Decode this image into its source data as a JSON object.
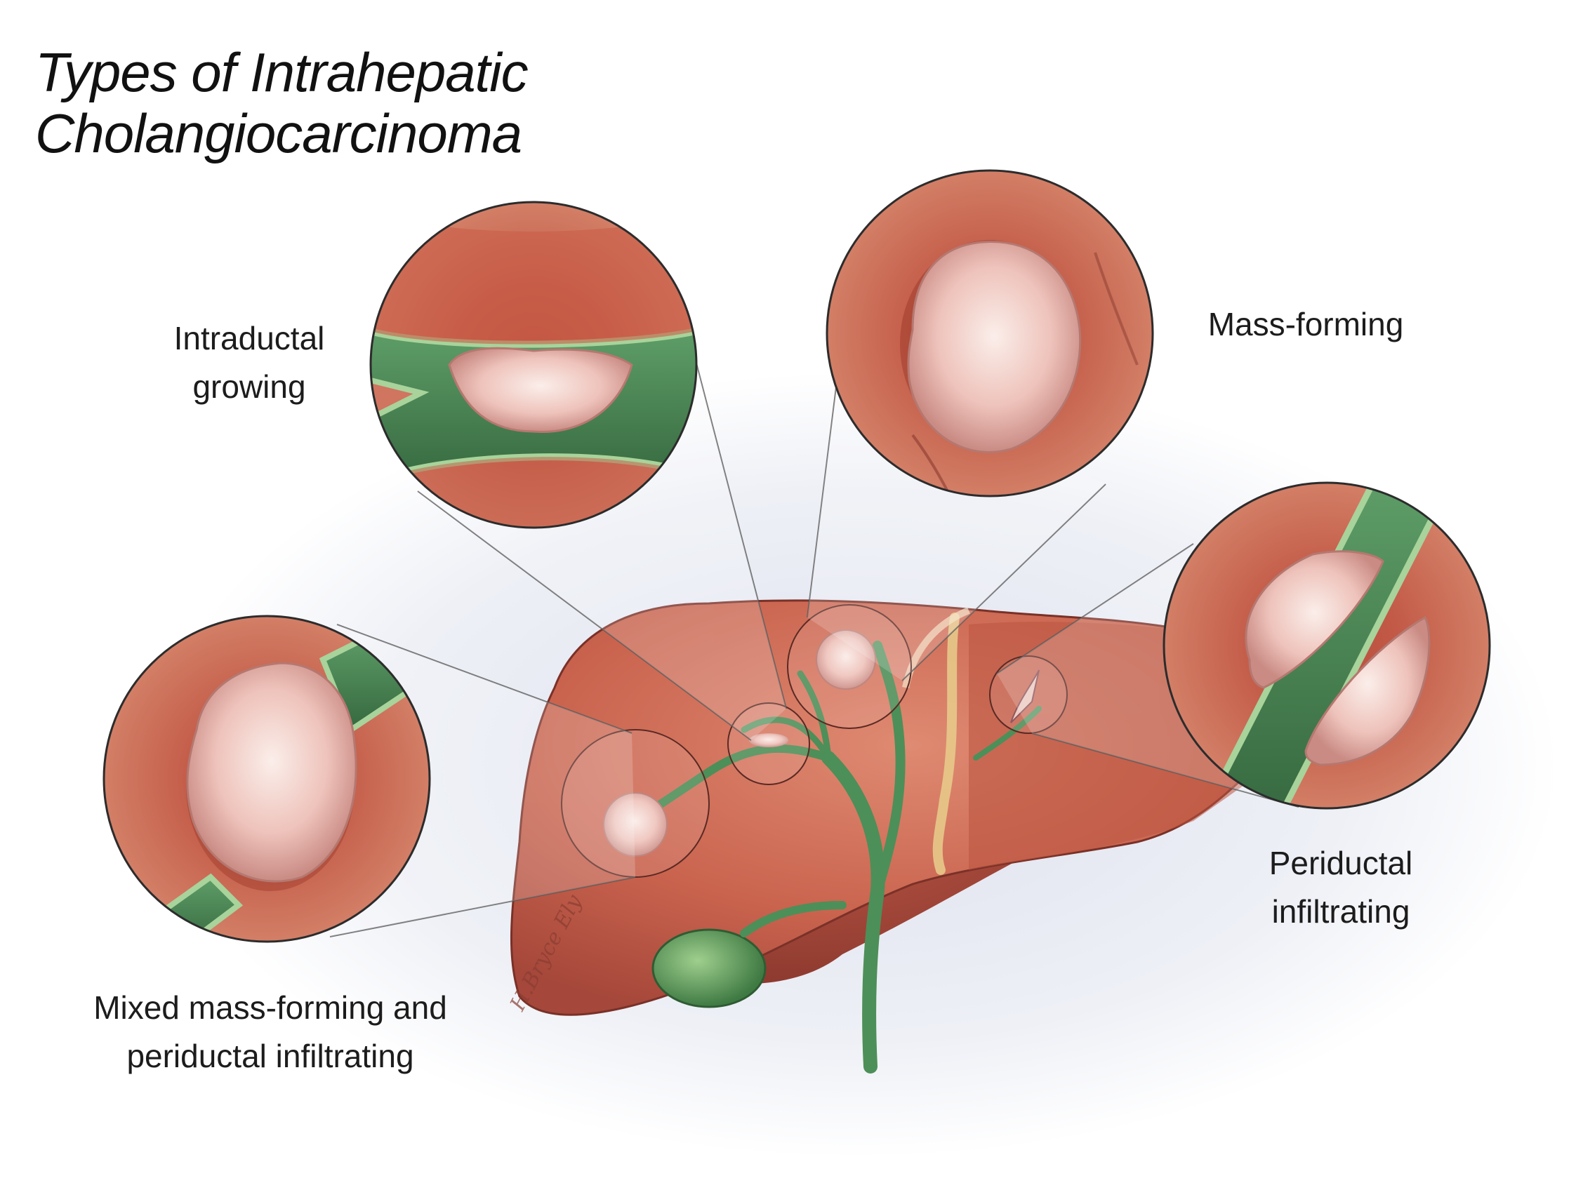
{
  "title": {
    "line1": "Types of Intrahepatic",
    "line2": "Cholangiocarcinoma"
  },
  "labels": {
    "intraductal": [
      "Intraductal",
      "growing"
    ],
    "mass_forming": [
      "Mass-forming"
    ],
    "periductal": [
      "Periductal",
      "infiltrating"
    ],
    "mixed": [
      "Mixed mass-forming and",
      "periductal infiltrating"
    ]
  },
  "signature": "H.Bryce Ely",
  "colors": {
    "liver": "#cd6a55",
    "liver_dark": "#a8493c",
    "bile_duct": "#4a8a57",
    "tumor": "#f0c8c0",
    "background_glow": "#e6e9f2"
  }
}
